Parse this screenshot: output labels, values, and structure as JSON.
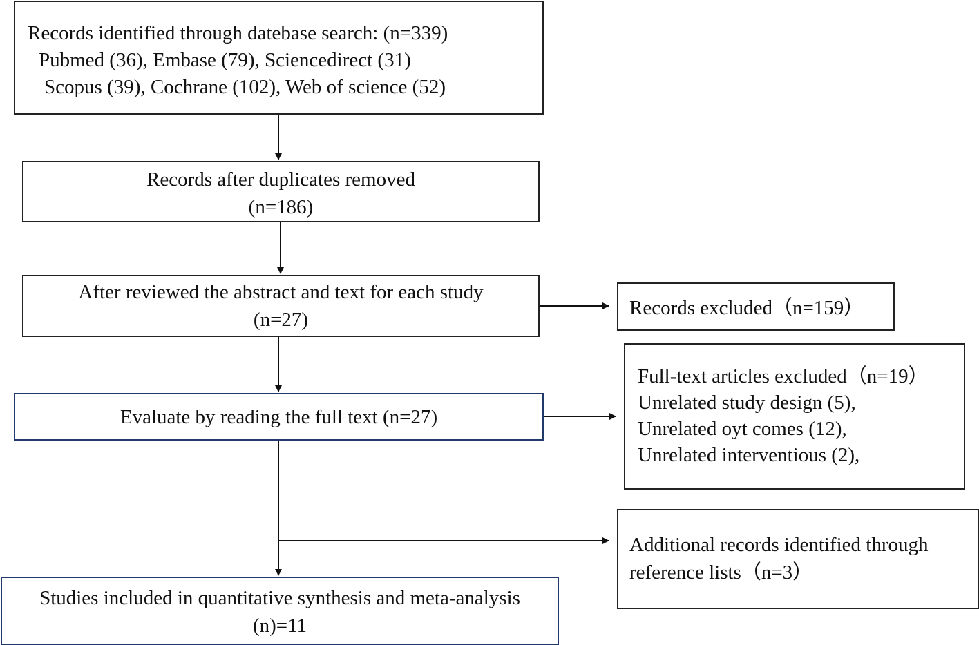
{
  "identification": {
    "lines": [
      "Records identified through datebase search: (n=339)",
      "Pubmed (36), Embase (79), Sciencedirect (31)",
      "Scopus (39), Cochrane (102), Web of science (52)"
    ]
  },
  "duplicates_removed": {
    "lines": [
      "Records after duplicates removed",
      "(n=186)"
    ]
  },
  "screening": {
    "lines": [
      "After reviewed the abstract and text for each study",
      "(n=27)"
    ]
  },
  "records_excluded": {
    "text": "Records excluded（n=159）"
  },
  "eligibility": {
    "text": "Evaluate by reading the full text (n=27)"
  },
  "fulltext_excluded": {
    "lines": [
      "Full-text articles excluded（n=19）",
      "Unrelated study design (5),",
      "Unrelated oyt comes (12),",
      "Unrelated interventious (2),"
    ]
  },
  "additional_records": {
    "lines": [
      "Additional records identified through",
      "reference lists（n=3）"
    ]
  },
  "included": {
    "lines": [
      "Studies included in quantitative synthesis and meta-analysis",
      "(n)=11"
    ]
  }
}
